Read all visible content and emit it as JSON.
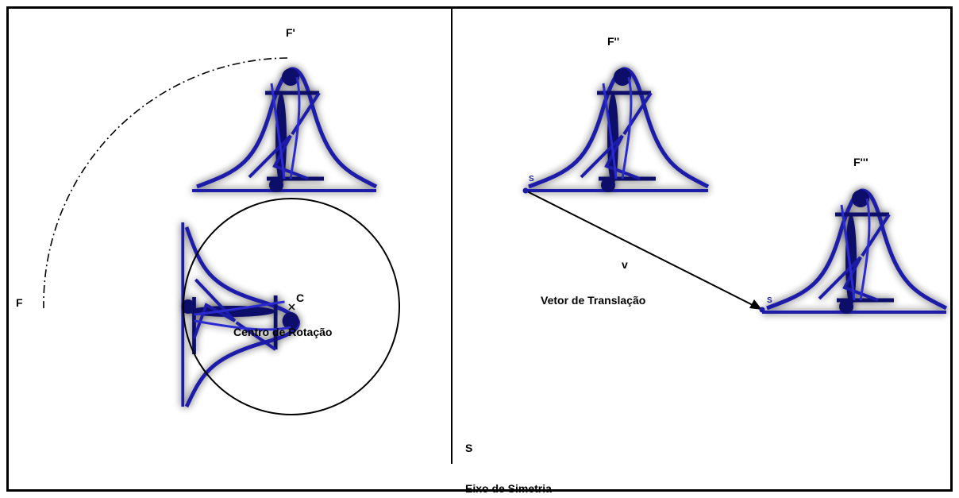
{
  "labels": {
    "f": "F",
    "f_prime": "F'",
    "f_double": "F''",
    "f_triple": "F'''",
    "center_point": "C",
    "center_caption": "Centro de Rotação",
    "vector_letter": "v",
    "vector_caption": "Vetor de Translação",
    "axis_letter": "S",
    "axis_caption": "Eixo de Simetria",
    "point_s": "S"
  },
  "colors": {
    "figure": "#1a1aa8",
    "figure_dark": "#0a0a6a",
    "line": "#000000"
  },
  "icons": {
    "center_marker": "cross-marker-icon"
  }
}
